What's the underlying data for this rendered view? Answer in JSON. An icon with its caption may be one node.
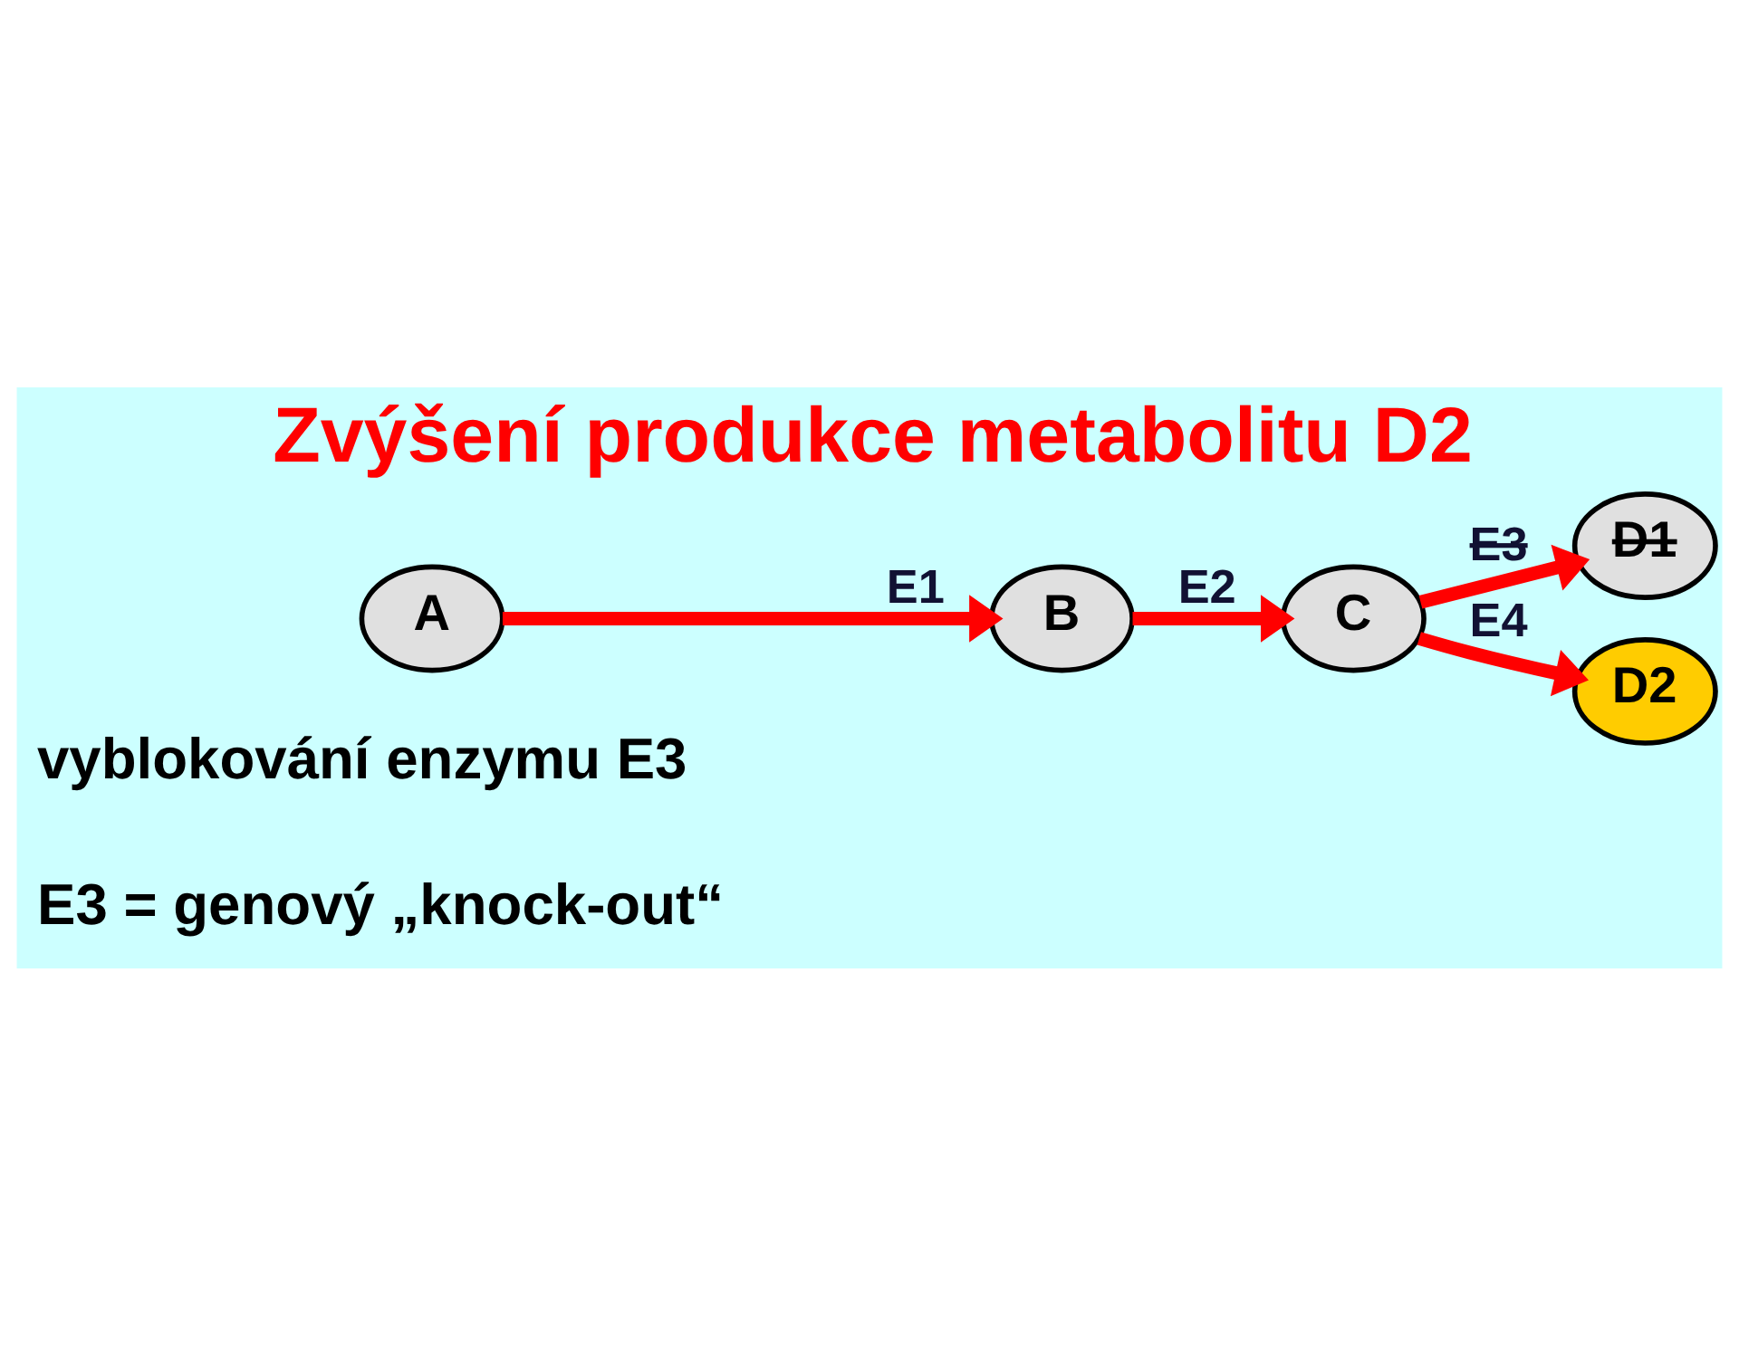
{
  "diagram": {
    "title": "Zvýšení produkce metabolitu D2",
    "nodes": [
      {
        "text": [
          "A"
        ]
      },
      {
        "text": [
          "B"
        ]
      },
      {
        "text": [
          "C"
        ]
      },
      {
        "text": [
          "D1"
        ]
      },
      {
        "text": [
          "D2"
        ]
      }
    ],
    "edges": [
      {
        "from": 0,
        "to": 1,
        "arrow": "to",
        "label": "E1"
      },
      {
        "from": 1,
        "to": 2,
        "arrow": "to",
        "label": "E2"
      },
      {
        "from": 2,
        "to": 3,
        "arrow": "to",
        "label": "E3"
      },
      {
        "from": 2,
        "to": 4,
        "arrow": "to",
        "label": "E4"
      }
    ],
    "labels": [
      "vyblokování enzymu E3",
      "E3 = genový „knock-out“"
    ]
  }
}
